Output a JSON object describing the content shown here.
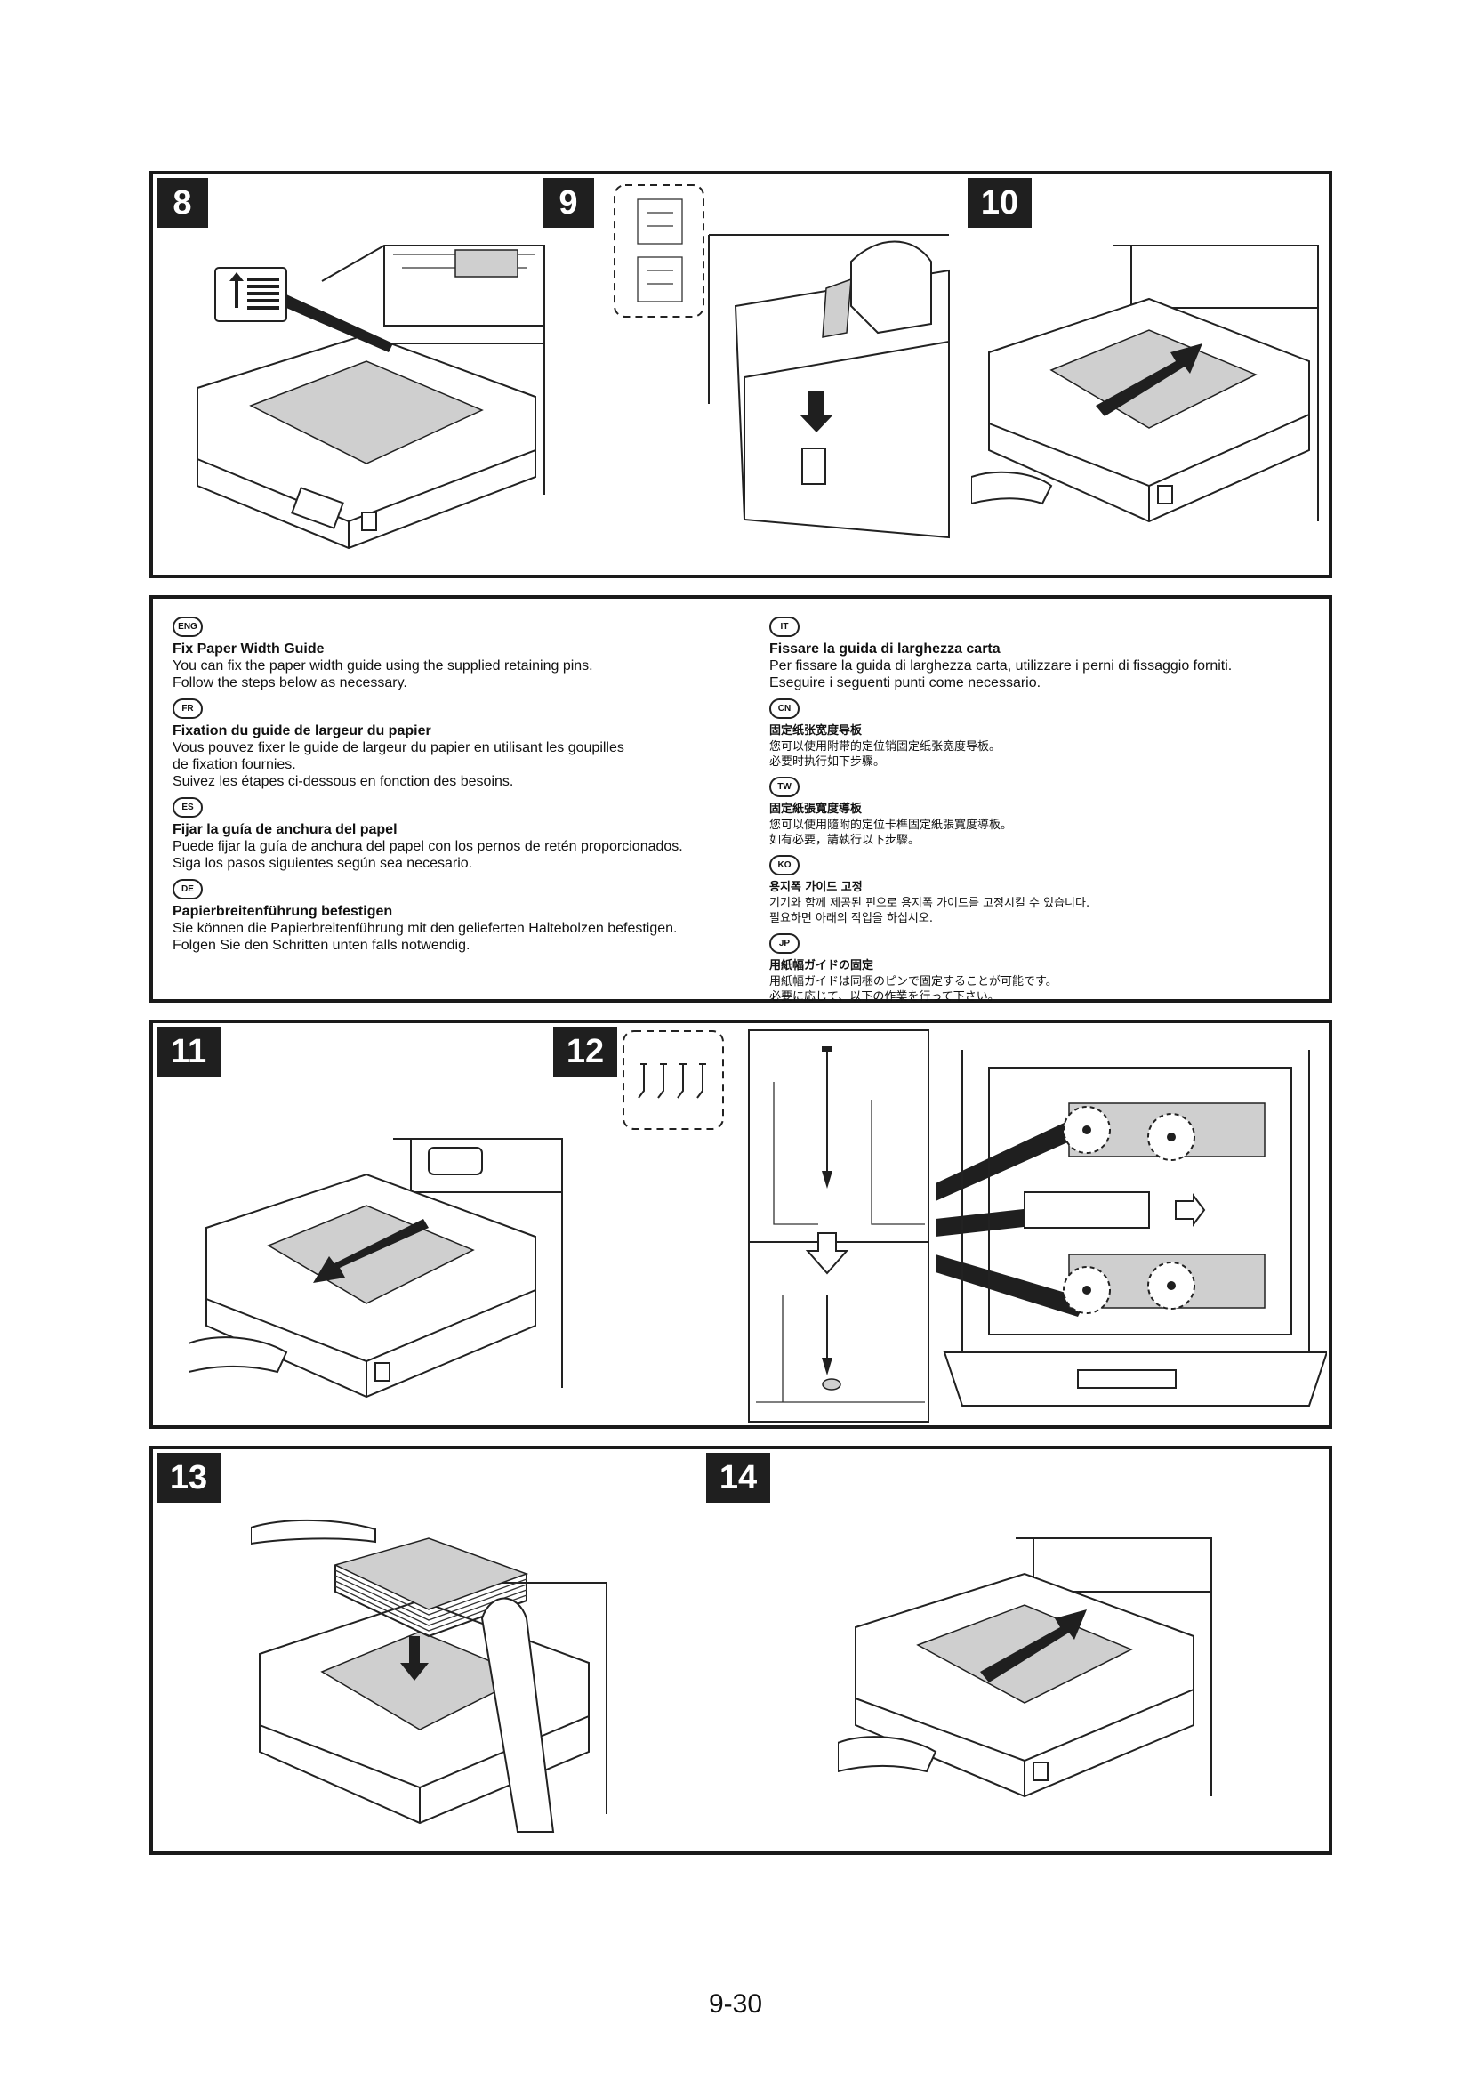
{
  "steps": {
    "s8": "8",
    "s9": "9",
    "s10": "10",
    "s11": "11",
    "s12": "12",
    "s13": "13",
    "s14": "14"
  },
  "instructions": {
    "eng": {
      "badge": "ENG",
      "title": "Fix Paper Width Guide",
      "body": "You can fix the paper width guide using the supplied retaining pins.\nFollow the steps below as necessary."
    },
    "fr": {
      "badge": "FR",
      "title": "Fixation du guide de largeur du papier",
      "body": "Vous pouvez fixer le guide de largeur du papier en utilisant les goupilles\nde fixation fournies.\nSuivez les étapes ci-dessous en fonction des besoins."
    },
    "es": {
      "badge": "ES",
      "title": "Fijar la guía de anchura del papel",
      "body": "Puede fijar la guía de anchura del papel con los pernos de retén proporcionados.\nSiga los pasos siguientes según sea necesario."
    },
    "de": {
      "badge": "DE",
      "title": "Papierbreitenführung befestigen",
      "body": "Sie können die Papierbreitenführung mit den gelieferten Haltebolzen befestigen.\nFolgen Sie den Schritten unten falls notwendig."
    },
    "it": {
      "badge": "IT",
      "title": "Fissare la guida di larghezza carta",
      "body": "Per fissare la guida di larghezza carta, utilizzare i perni di fissaggio forniti.\nEseguire i seguenti punti come necessario."
    },
    "cn": {
      "badge": "CN",
      "title": "固定纸张宽度导板",
      "body": "您可以使用附带的定位销固定纸张宽度导板。\n必要时执行如下步骤。"
    },
    "tw": {
      "badge": "TW",
      "title": "固定紙張寬度導板",
      "body": "您可以使用隨附的定位卡榫固定紙張寬度導板。\n如有必要，請執行以下步驟。"
    },
    "ko": {
      "badge": "KO",
      "title": "용지폭 가이드 고정",
      "body": "기기와 함께 제공된 핀으로 용지폭 가이드를 고정시킬 수 있습니다.\n필요하면 아래의 작업을 하십시오."
    },
    "jp": {
      "badge": "JP",
      "title": "用紙幅ガイドの固定",
      "body": "用紙幅ガイドは同梱のピンで固定することが可能です。\n必要に応じて、以下の作業を行って下さい。"
    }
  },
  "page_number": "9-30"
}
